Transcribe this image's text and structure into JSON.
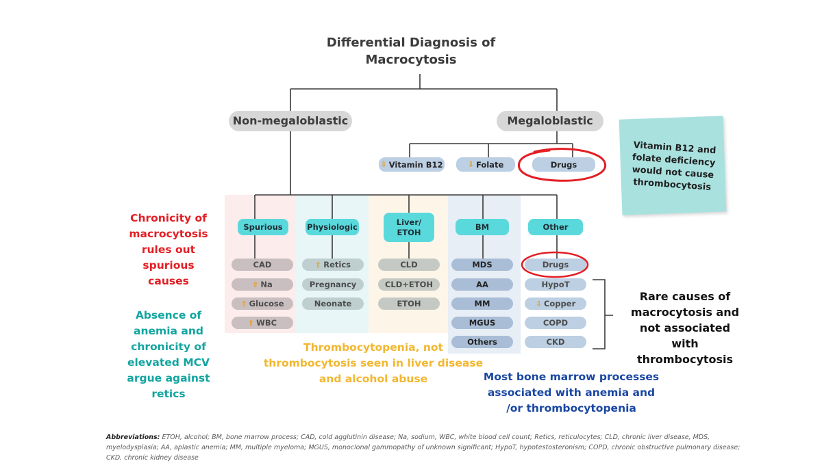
{
  "title": {
    "line1": "Differential Diagnosis of",
    "line2": "Macrocytosis"
  },
  "non_megaloblastic": "Non-megaloblastic",
  "megaloblastic": "Megaloblastic",
  "mega_children": [
    {
      "label": "Vitamin B12",
      "arrow": "down"
    },
    {
      "label": "Folate",
      "arrow": "down"
    },
    {
      "label": "Drugs",
      "arrow": ""
    }
  ],
  "sticky_note": "Vitamin B12 and folate deficiency would not cause thrombocytosis",
  "columns": [
    {
      "head": "Spurious",
      "items": [
        {
          "label": "CAD",
          "arrow": ""
        },
        {
          "label": "Na",
          "arrow": "up"
        },
        {
          "label": "Glucose",
          "arrow": "up"
        },
        {
          "label": "WBC",
          "arrow": "up"
        }
      ]
    },
    {
      "head": "Physiologic",
      "items": [
        {
          "label": "Retics",
          "arrow": "up"
        },
        {
          "label": "Pregnancy",
          "arrow": ""
        },
        {
          "label": "Neonate",
          "arrow": ""
        }
      ]
    },
    {
      "head": "Liver/ ETOH",
      "head_lines": [
        "Liver/",
        "ETOH"
      ],
      "items": [
        {
          "label": "CLD",
          "arrow": ""
        },
        {
          "label": "CLD+ETOH",
          "arrow": ""
        },
        {
          "label": "ETOH",
          "arrow": ""
        }
      ]
    },
    {
      "head": "BM",
      "items": [
        {
          "label": "MDS",
          "arrow": ""
        },
        {
          "label": "AA",
          "arrow": ""
        },
        {
          "label": "MM",
          "arrow": ""
        },
        {
          "label": "MGUS",
          "arrow": ""
        },
        {
          "label": "Others",
          "arrow": ""
        }
      ]
    },
    {
      "head": "Other",
      "items": [
        {
          "label": "Drugs",
          "arrow": ""
        },
        {
          "label": "HypoT",
          "arrow": ""
        },
        {
          "label": "Copper",
          "arrow": "down"
        },
        {
          "label": "COPD",
          "arrow": ""
        },
        {
          "label": "CKD",
          "arrow": ""
        }
      ]
    }
  ],
  "notes": {
    "chronicity": "Chronicity of macrocytosis rules out spurious causes",
    "absence": "Absence of anemia and chronicity of elevated MCV argue against retics",
    "thrombocytopenia": "Thrombocytopenia, not thrombocytosis seen in liver disease and alcohol abuse",
    "bone_marrow": "Most bone marrow processes associated with anemia and /or thrombocytopenia",
    "rare": "Rare causes of macrocytosis and not associated with thrombocytosis"
  },
  "abbreviations": {
    "label": "Abbreviations:",
    "text": " ETOH, alcohol; BM, bone marrow process; CAD, cold agglutinin disease; Na, sodium, WBC, white blood cell count; Retics, reticulocytes; CLD, chronic liver disease, MDS, myelodysplasia; AA, aplastic anemia; MM, multiple myeloma; MGUS, monoclonal gammopathy of unknown significant; HypoT, hypotestosteronism; COPD, chronic obstructive pulmonary disease; CKD, chronic kidney disease"
  },
  "colors": {
    "spurious_bg": "#fdecec",
    "physiologic_bg": "#e8f6f7",
    "liver_bg": "#fdf6e8",
    "bm_bg": "#e8eef6",
    "other_bg": "#ffffff",
    "head": "#5ad9dc",
    "red_note": "#e31e24",
    "teal_note": "#12a5a0",
    "yellow_note": "#f2b730",
    "blue_note": "#1a47a3",
    "sticky": "#a9e1df",
    "circle": "#e31e24"
  }
}
